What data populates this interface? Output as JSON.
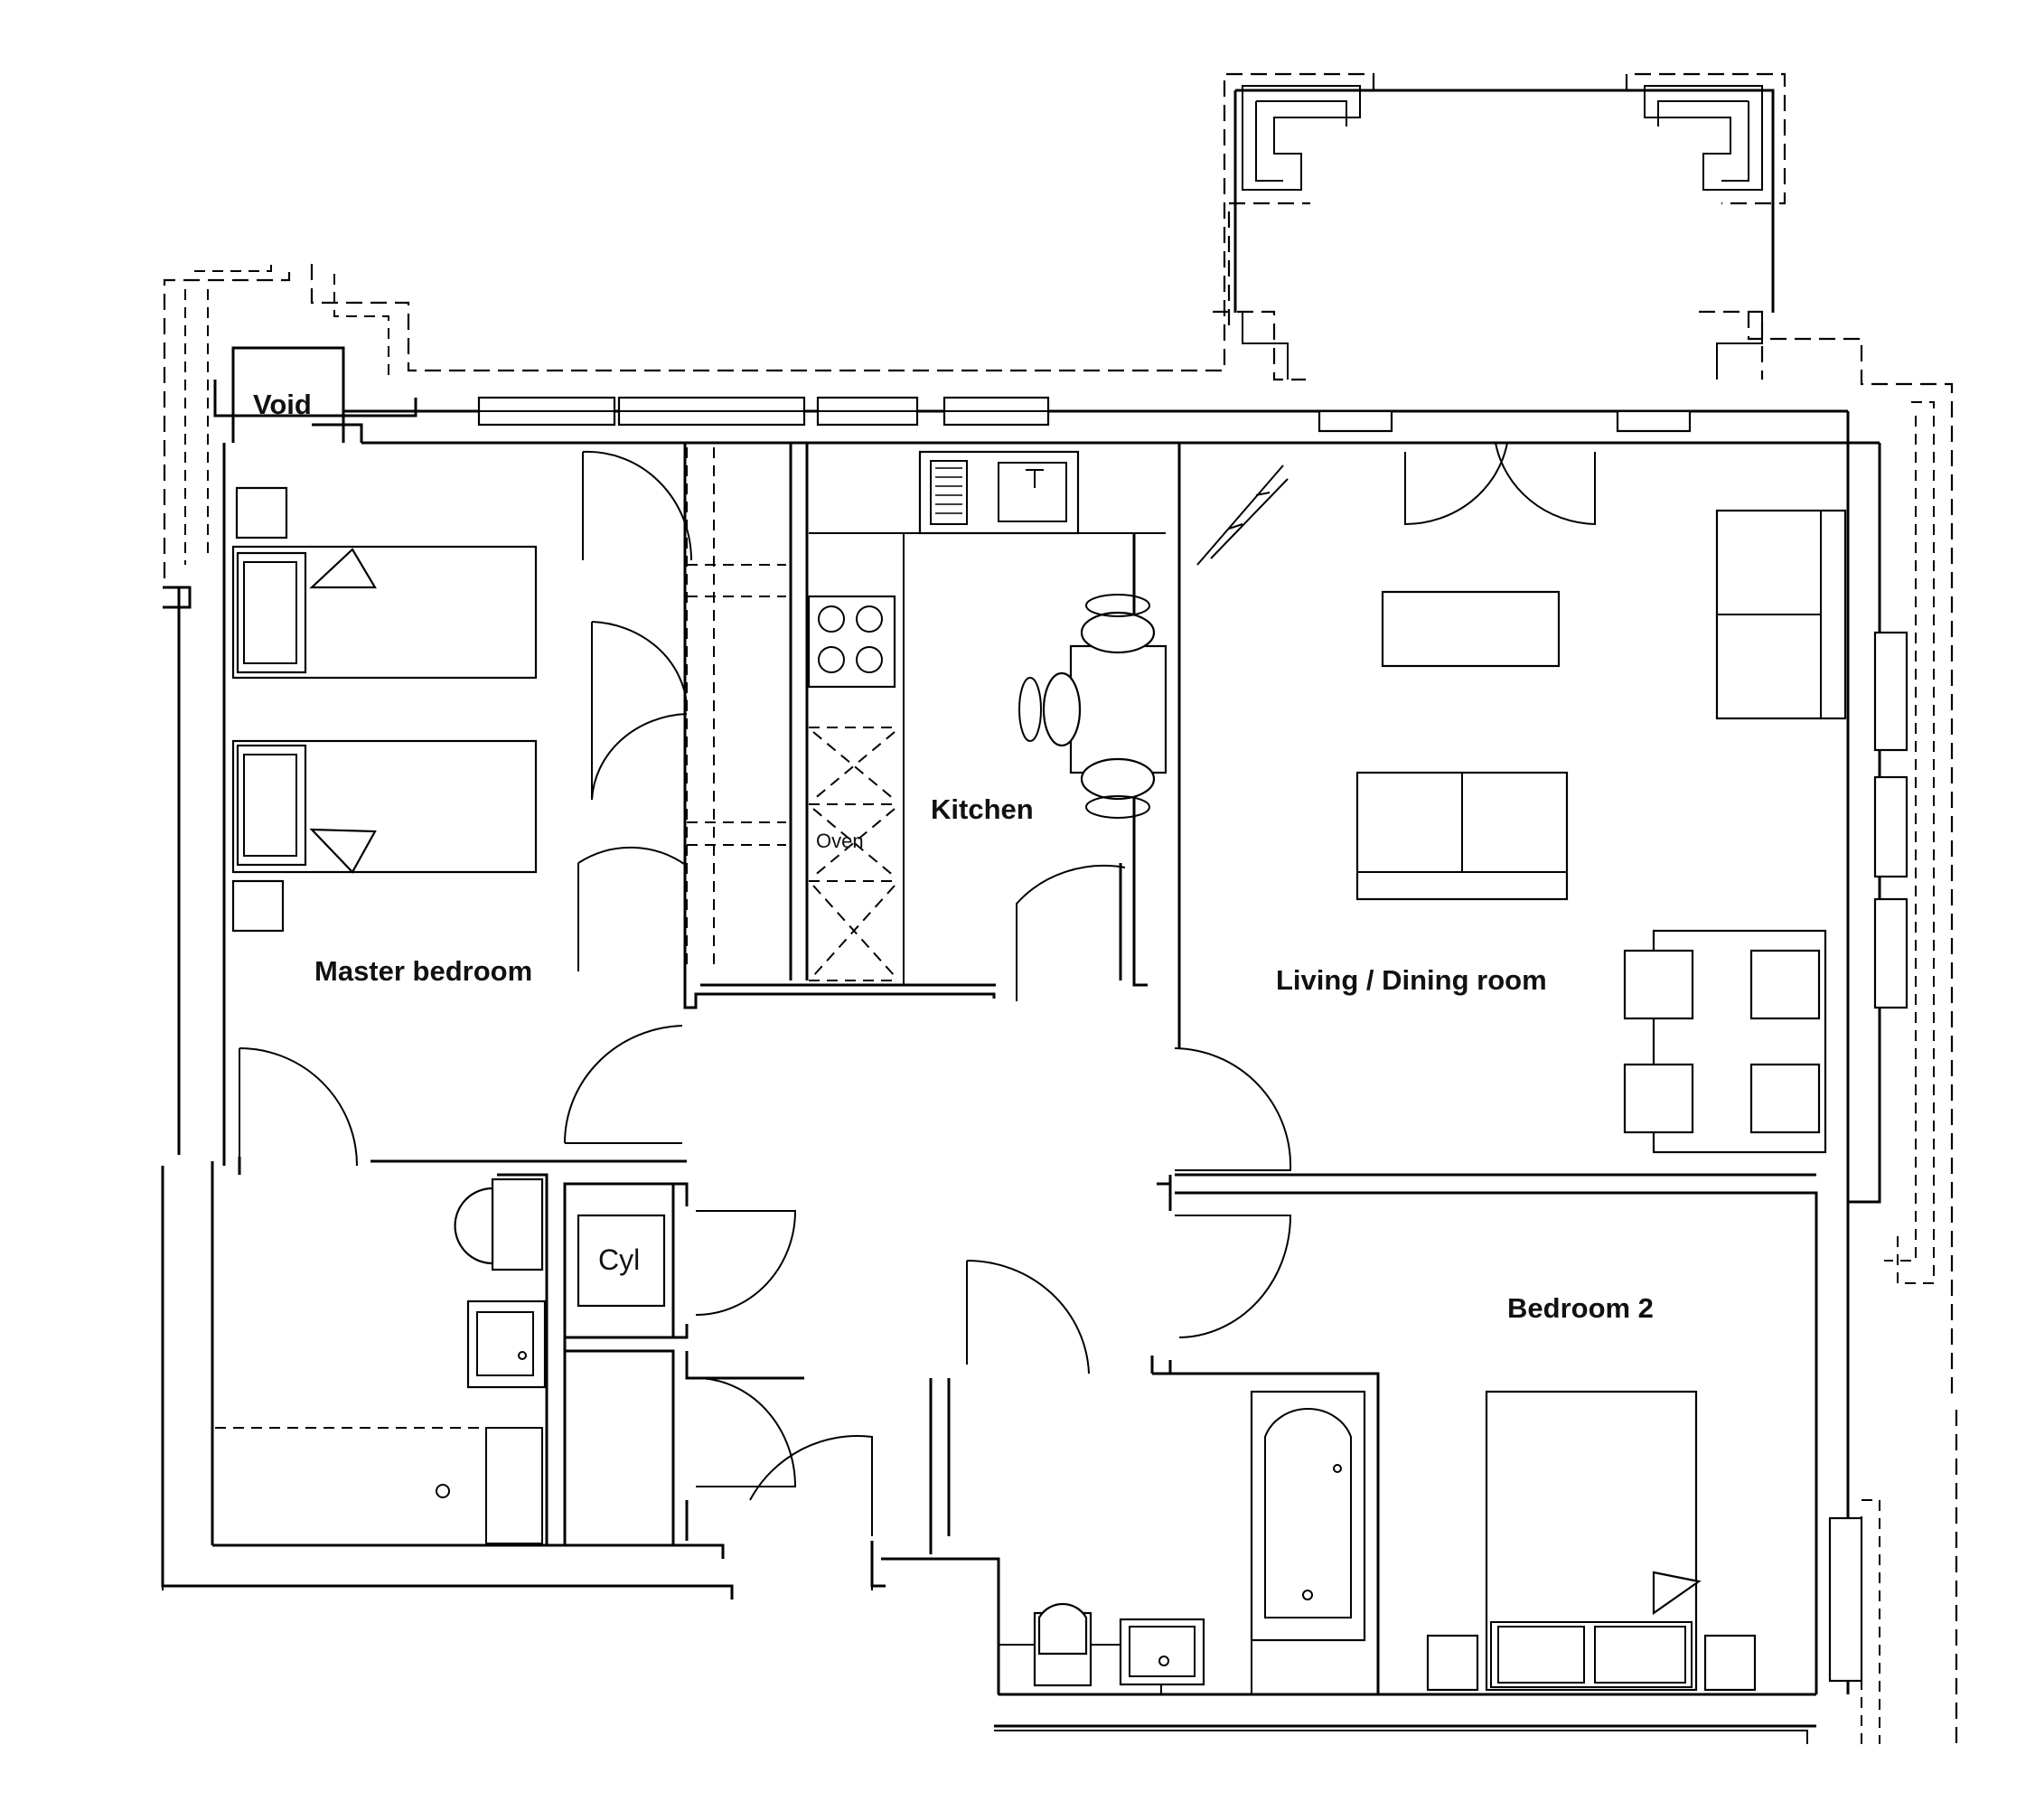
{
  "rooms": {
    "void": "Void",
    "master_bedroom": "Master bedroom",
    "kitchen": "Kitchen",
    "living_dining": "Living / Dining room",
    "bedroom2": "Bedroom 2"
  },
  "fixtures": {
    "oven": "Oven",
    "cylinder": "Cyl"
  }
}
